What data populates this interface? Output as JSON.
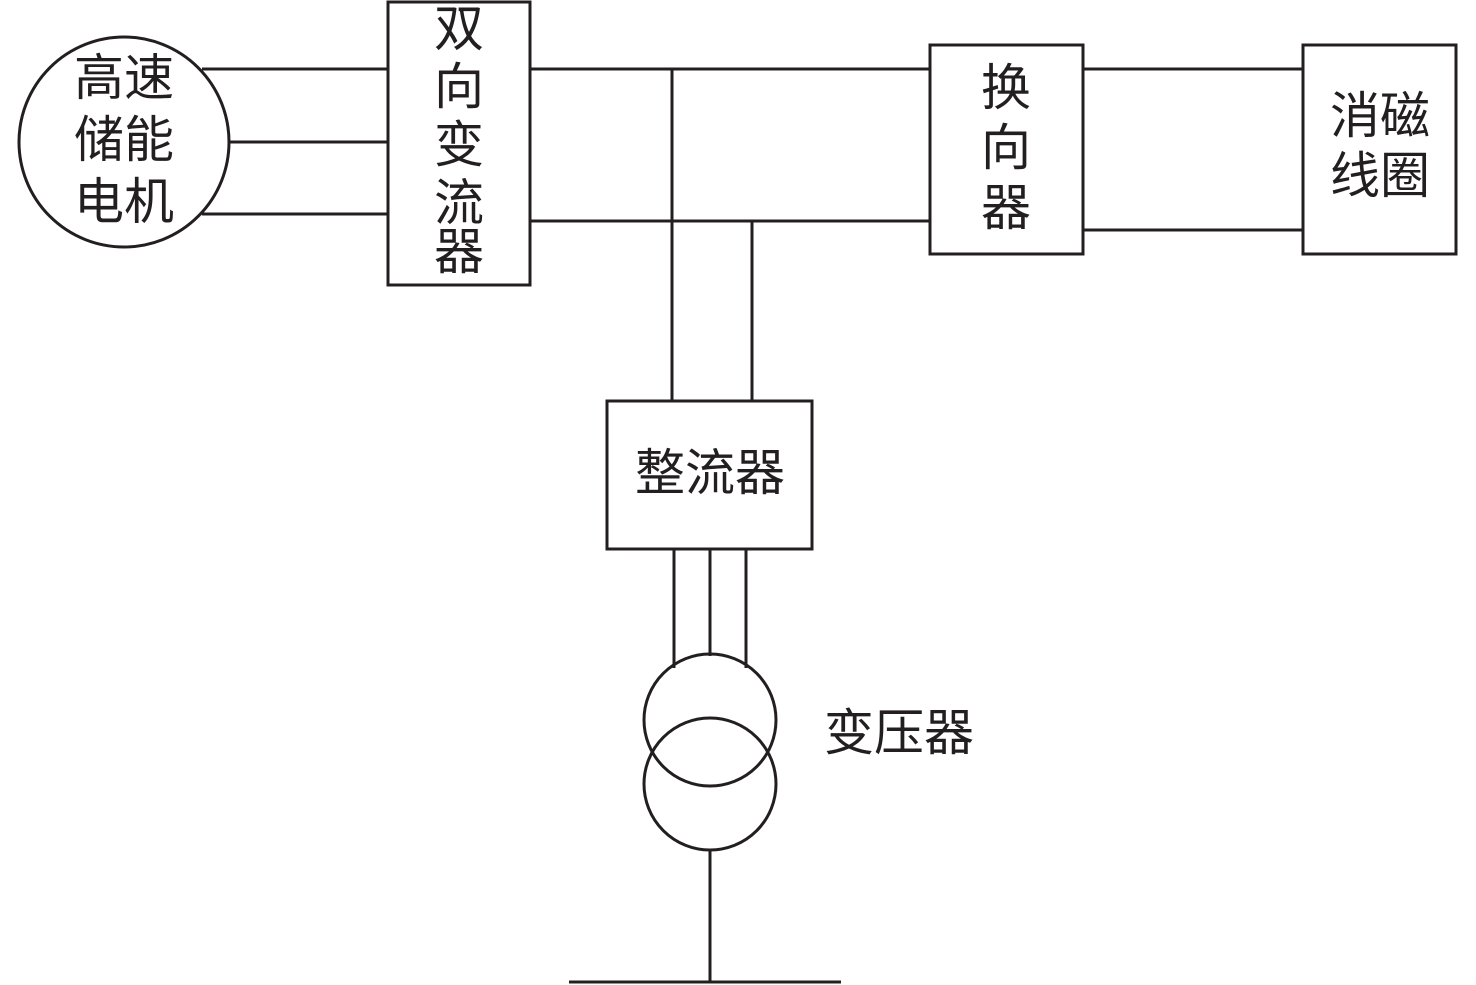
{
  "nodes": {
    "motor": {
      "lines": [
        "高速",
        "储能",
        "电机"
      ]
    },
    "converter": {
      "lines": [
        "双",
        "向",
        "变",
        "流",
        "器"
      ]
    },
    "commutator": {
      "lines": [
        "换",
        "向",
        "器"
      ]
    },
    "coil": {
      "lines": [
        "消磁",
        "线圈"
      ]
    },
    "rectifier": {
      "lines": [
        "整流器"
      ]
    },
    "transformer": {
      "label": "变压器"
    }
  }
}
